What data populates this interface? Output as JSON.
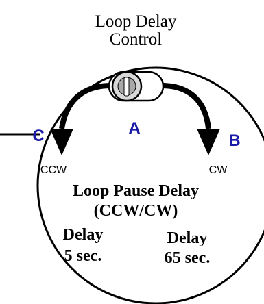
{
  "title": {
    "line1": "Loop Delay",
    "line2": "Control"
  },
  "callouts": {
    "a": "A",
    "b": "B",
    "c": "C"
  },
  "direction": {
    "ccw": "CCW",
    "cw": "CW"
  },
  "heading": {
    "line1": "Loop Pause Delay",
    "line2": "(CCW/CW)"
  },
  "delay_min": {
    "label": "Delay",
    "value": "5 sec."
  },
  "delay_max": {
    "label": "Delay",
    "value": "65 sec."
  },
  "colors": {
    "callout": "#1a1aa8",
    "dial_face": "#ffffff",
    "knob_fill": "#d8d8d8",
    "knob_inner": "#a9a9a9",
    "stroke": "#000000"
  },
  "icons": {
    "knob": "rotary-knob-icon",
    "left_arrow": "curved-arrow-left-icon",
    "right_arrow": "curved-arrow-right-icon"
  }
}
